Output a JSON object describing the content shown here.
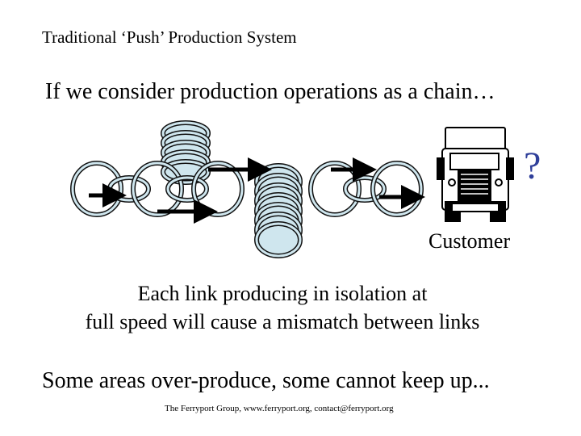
{
  "slide": {
    "title": "Traditional ‘Push’ Production System",
    "intro": "If we consider production operations as a chain…",
    "question_mark": "?",
    "customer_label": "Customer",
    "message_line1": "Each link producing in isolation at",
    "message_line2": "full speed will cause a mismatch between links",
    "conclusion": "Some areas over-produce, some cannot keep up...",
    "footer": "The Ferryport Group, www.ferryport.org, contact@ferryport.org"
  },
  "colors": {
    "ring_fill": "#cfe6ee",
    "ring_stroke": "#111111",
    "question_mark": "#2f3f9a"
  },
  "icons": {
    "chain": "chain-link-rings",
    "arrows": "arrow-icon",
    "customer": "truck-icon"
  }
}
